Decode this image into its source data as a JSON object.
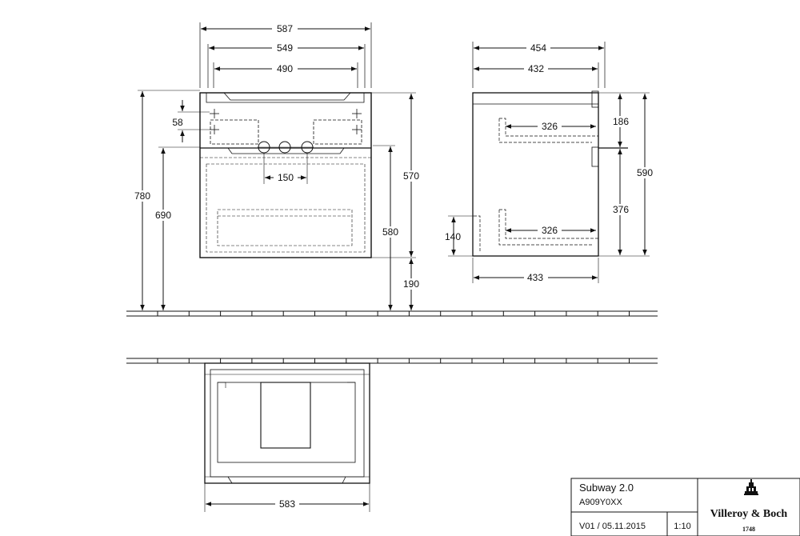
{
  "dimensions": {
    "front_width_overall": "587",
    "front_width_top": "549",
    "front_drawer_width": "490",
    "front_offset_58": "58",
    "front_hole_spacing": "150",
    "front_height_780": "780",
    "front_height_690": "690",
    "front_body_height": "570",
    "front_floor_to_basin": "580",
    "front_floor_gap": "190",
    "side_depth_overall": "454",
    "side_depth_432": "432",
    "side_drawer_upper": "326",
    "side_drawer_lower": "326",
    "side_top_height": "186",
    "side_lower_height": "376",
    "side_total_height": "590",
    "side_bottom_140": "140",
    "side_depth_bottom": "433",
    "plan_width": "583"
  },
  "title_block": {
    "product_name": "Subway 2.0",
    "article_number": "A909Y0XX",
    "revision_date": "V01 / 05.11.2015",
    "scale": "1:10"
  },
  "logo": {
    "brand": "Villeroy & Boch",
    "year": "1748"
  }
}
